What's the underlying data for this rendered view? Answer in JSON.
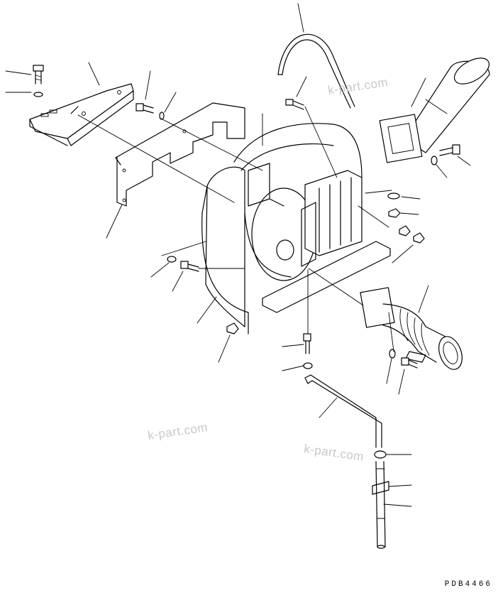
{
  "watermarks": [
    "k-part.com",
    "k-part.com",
    "k-part.com"
  ],
  "drawing_code": "PDB4466"
}
